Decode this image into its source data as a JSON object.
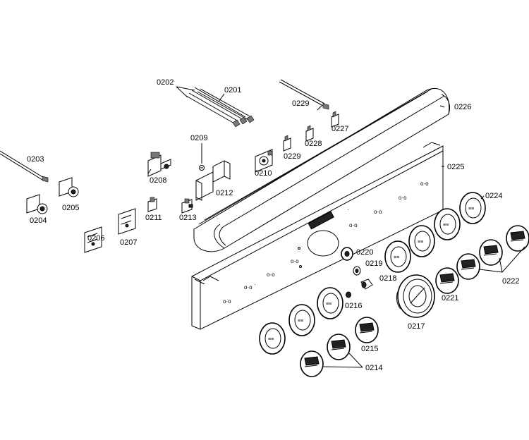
{
  "diagram": {
    "labels": {
      "p0201": "0201",
      "p0202": "0202",
      "p0203": "0203",
      "p0204": "0204",
      "p0205": "0205",
      "p0206": "0206",
      "p0207": "0207",
      "p0208": "0208",
      "p0209": "0209",
      "p0210": "0210",
      "p0211": "0211",
      "p0212": "0212",
      "p0213": "0213",
      "p0214": "0214",
      "p0215": "0215",
      "p0216": "0216",
      "p0217": "0217",
      "p0218": "0218",
      "p0219": "0219",
      "p0220": "0220",
      "p0221": "0221",
      "p0222": "0222",
      "p0224": "0224",
      "p0225": "0225",
      "p0226": "0226",
      "p0227": "0227",
      "p0228": "0228",
      "p0229a": "0229",
      "p0229b": "0229"
    }
  }
}
